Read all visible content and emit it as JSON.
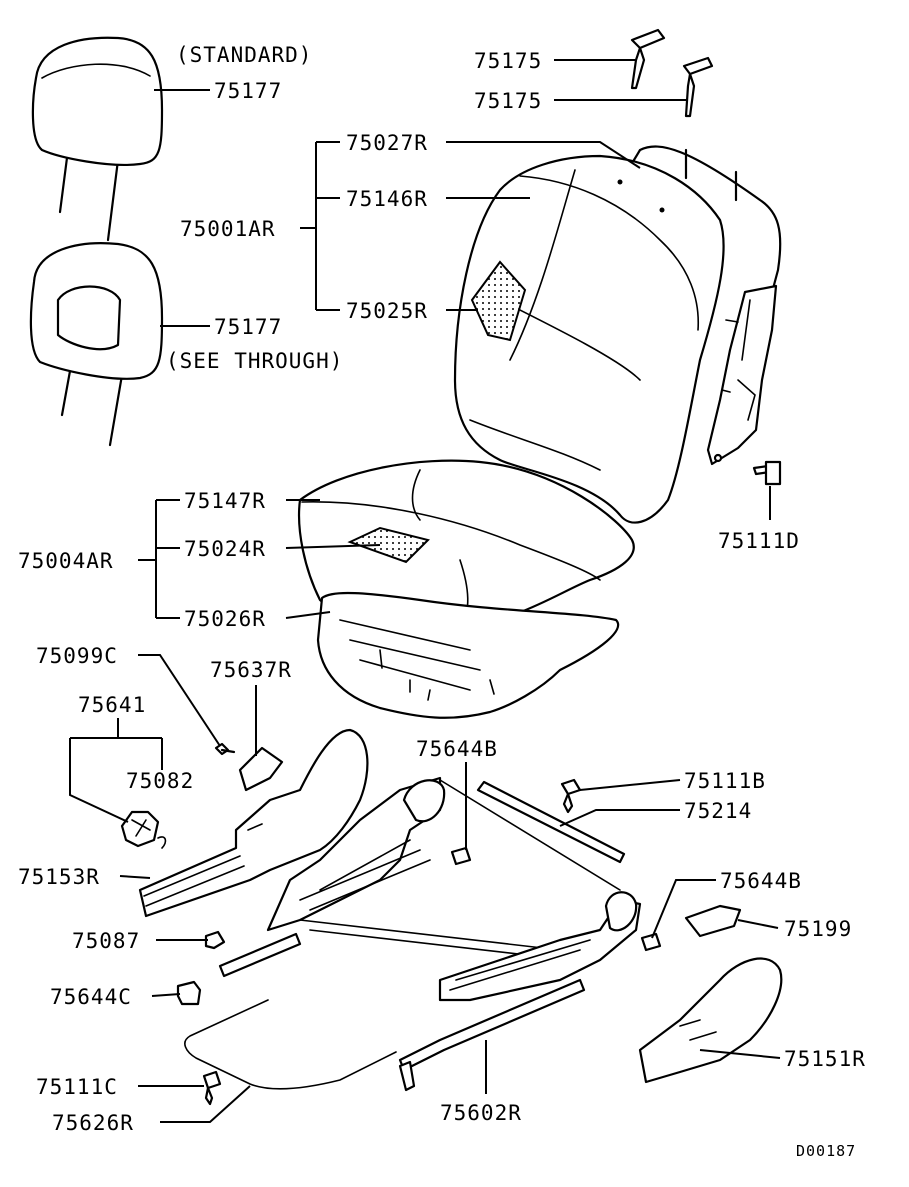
{
  "diagram_id": "D00187",
  "headrest_variants": {
    "standard": "(STANDARD)",
    "see_through": "(SEE THROUGH)"
  },
  "labels": {
    "p75177_a": "75177",
    "p75177_b": "75177",
    "p75175_a": "75175",
    "p75175_b": "75175",
    "p75027R": "75027R",
    "p75146R": "75146R",
    "p75001AR": "75001AR",
    "p75025R": "75025R",
    "p75111D": "75111D",
    "p75147R": "75147R",
    "p75004AR": "75004AR",
    "p75024R": "75024R",
    "p75026R": "75026R",
    "p75099C": "75099C",
    "p75637R": "75637R",
    "p75641": "75641",
    "p75082": "75082",
    "p75644B_a": "75644B",
    "p75111B": "75111B",
    "p75214": "75214",
    "p75153R": "75153R",
    "p75644B_b": "75644B",
    "p75199": "75199",
    "p75087": "75087",
    "p75644C": "75644C",
    "p75151R": "75151R",
    "p75111C": "75111C",
    "p75626R": "75626R",
    "p75602R": "75602R"
  }
}
